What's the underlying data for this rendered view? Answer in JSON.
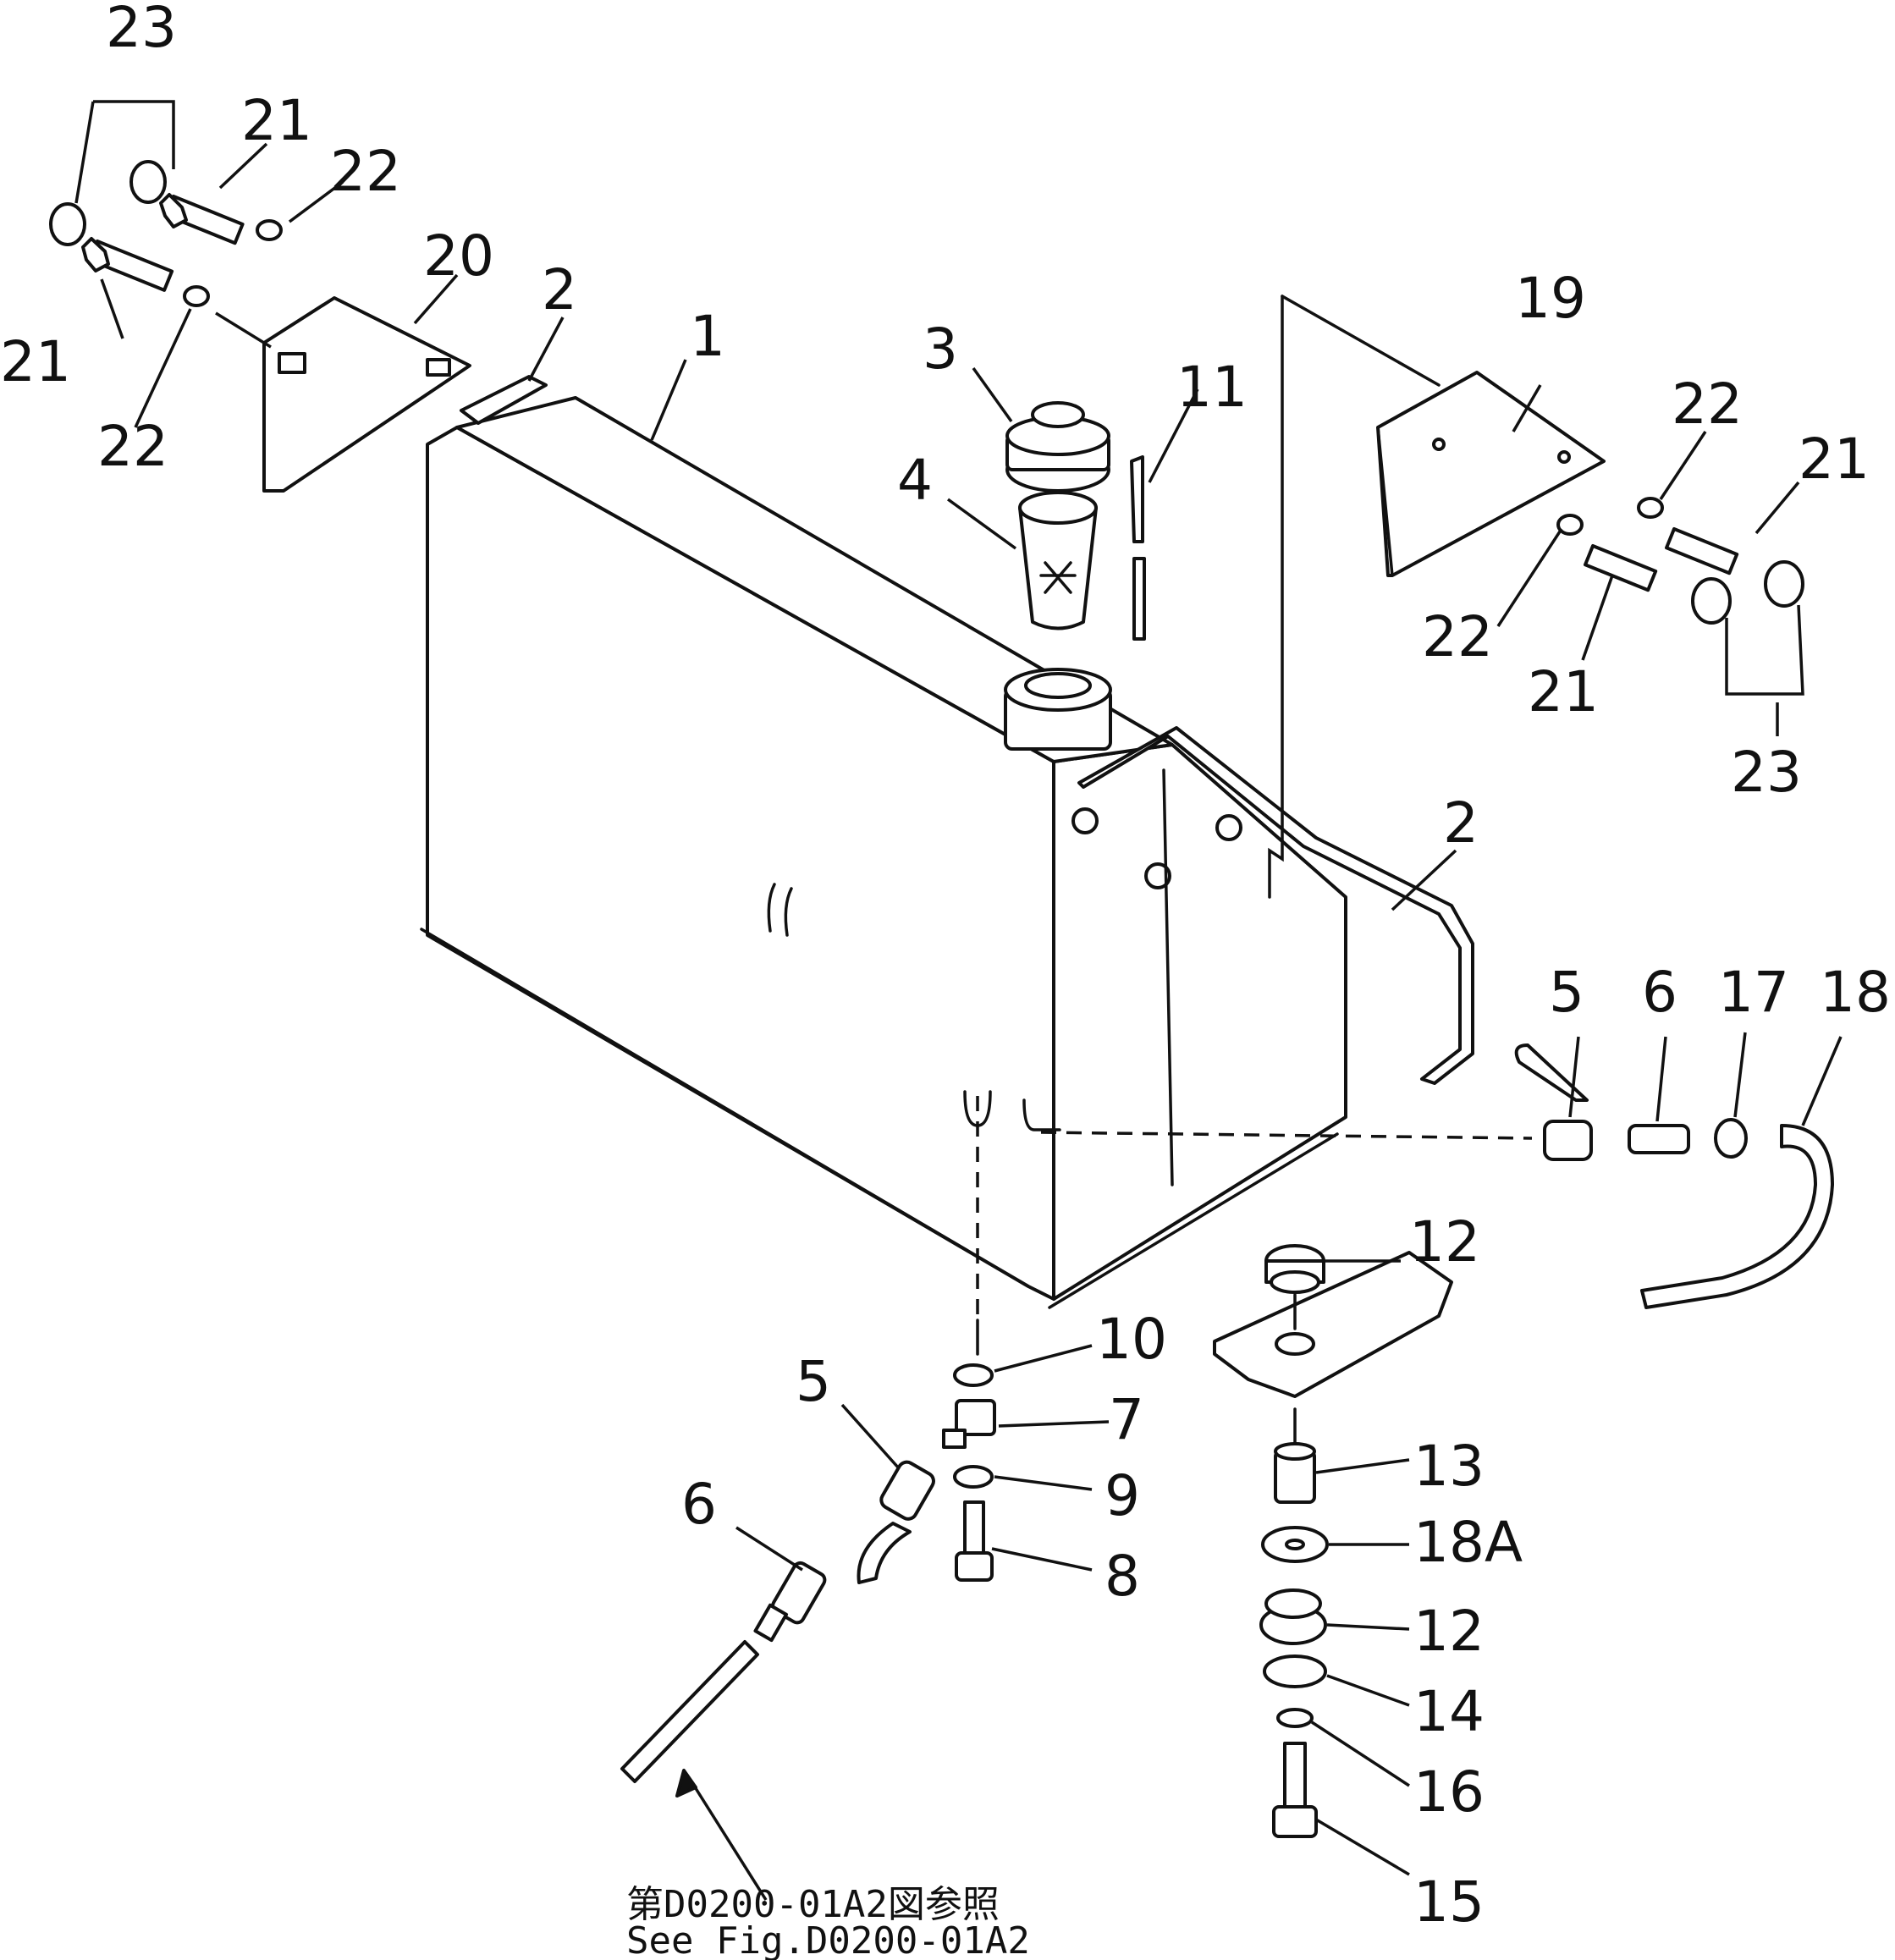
{
  "callouts": {
    "c1": "1",
    "c2a": "2",
    "c2b": "2",
    "c3": "3",
    "c4": "4",
    "c5a": "5",
    "c5b": "5",
    "c6a": "6",
    "c6b": "6",
    "c7": "7",
    "c8": "8",
    "c9": "9",
    "c10": "10",
    "c11": "11",
    "c12a": "12",
    "c12b": "12",
    "c13": "13",
    "c14": "14",
    "c15": "15",
    "c16": "16",
    "c17": "17",
    "c18": "18",
    "c18A": "18A",
    "c19": "19",
    "c20": "20",
    "c21a": "21",
    "c21b": "21",
    "c21c": "21",
    "c21d": "21",
    "c22a": "22",
    "c22b": "22",
    "c22c": "22",
    "c22d": "22",
    "c23a": "23",
    "c23b": "23"
  },
  "reference": {
    "line_jp": "第D0200-01A2図参照",
    "line_en": "See Fig.D0200-01A2"
  }
}
